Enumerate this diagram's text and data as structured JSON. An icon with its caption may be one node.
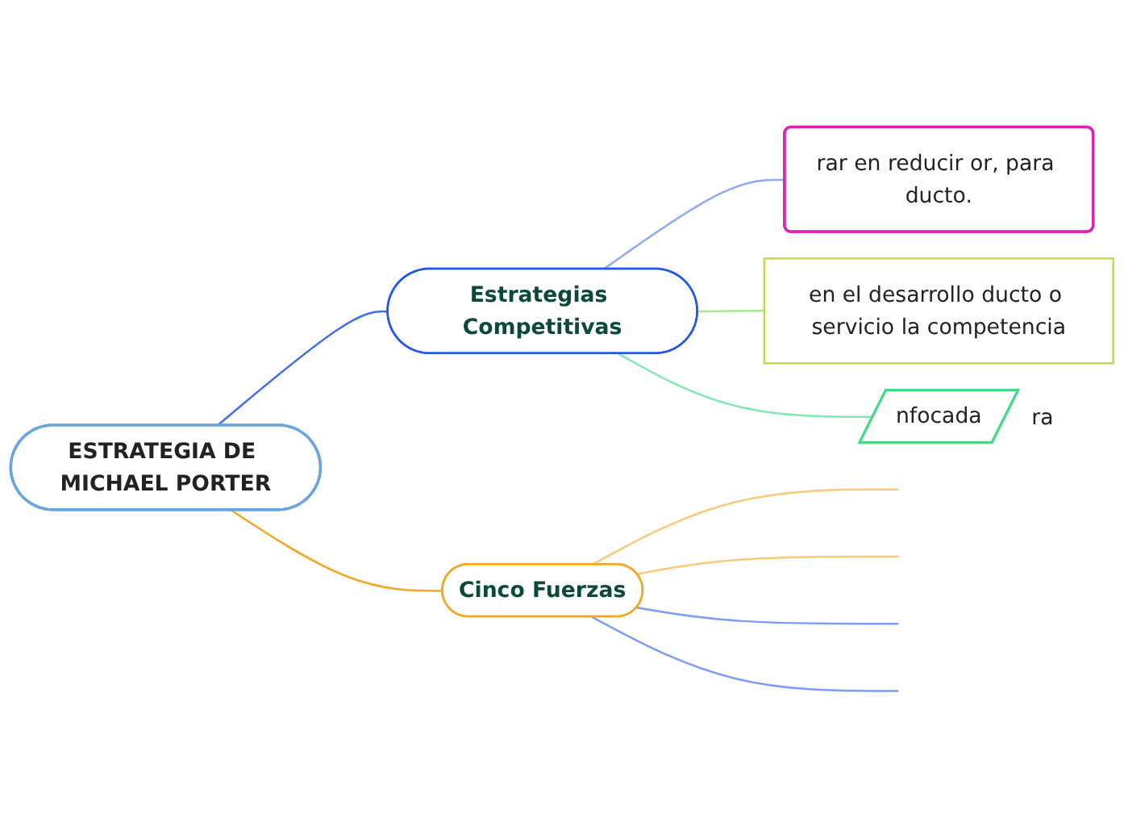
{
  "diagram": {
    "nodes": [
      {
        "text": [
          "ESTRATEGIA DE MICHAEL PORTER"
        ]
      },
      {
        "text": [
          "Estrategias Competitivas"
        ]
      },
      {
        "text": [
          "Cinco Fuerzas"
        ]
      },
      {
        "text": [
          "rar en reducir or, para ducto."
        ]
      },
      {
        "text": [
          "en el desarrollo ducto o servicio la competencia"
        ]
      },
      {
        "text": [
          "nfocada"
        ],
        "beside": [
          "ra"
        ]
      }
    ],
    "edges": [
      {
        "from": 0,
        "to": 1,
        "arrow": "none",
        "color": "#3d6ef0"
      },
      {
        "from": 0,
        "to": 2,
        "arrow": "none",
        "color": "#f5a623"
      },
      {
        "from": 1,
        "to": 3,
        "arrow": "none",
        "color": "#8fa8f7"
      },
      {
        "from": 1,
        "to": 4,
        "arrow": "none",
        "color": "#a8e890"
      },
      {
        "from": 1,
        "to": 5,
        "arrow": "none",
        "color": "#7fe8b4"
      },
      {
        "from": 2,
        "to": null,
        "arrow": "none",
        "color": "#fbc97a"
      },
      {
        "from": 2,
        "to": null,
        "arrow": "none",
        "color": "#fbc97a"
      },
      {
        "from": 2,
        "to": null,
        "arrow": "none",
        "color": "#7d9cf7"
      },
      {
        "from": 2,
        "to": null,
        "arrow": "none",
        "color": "#7d9cf7"
      }
    ]
  }
}
